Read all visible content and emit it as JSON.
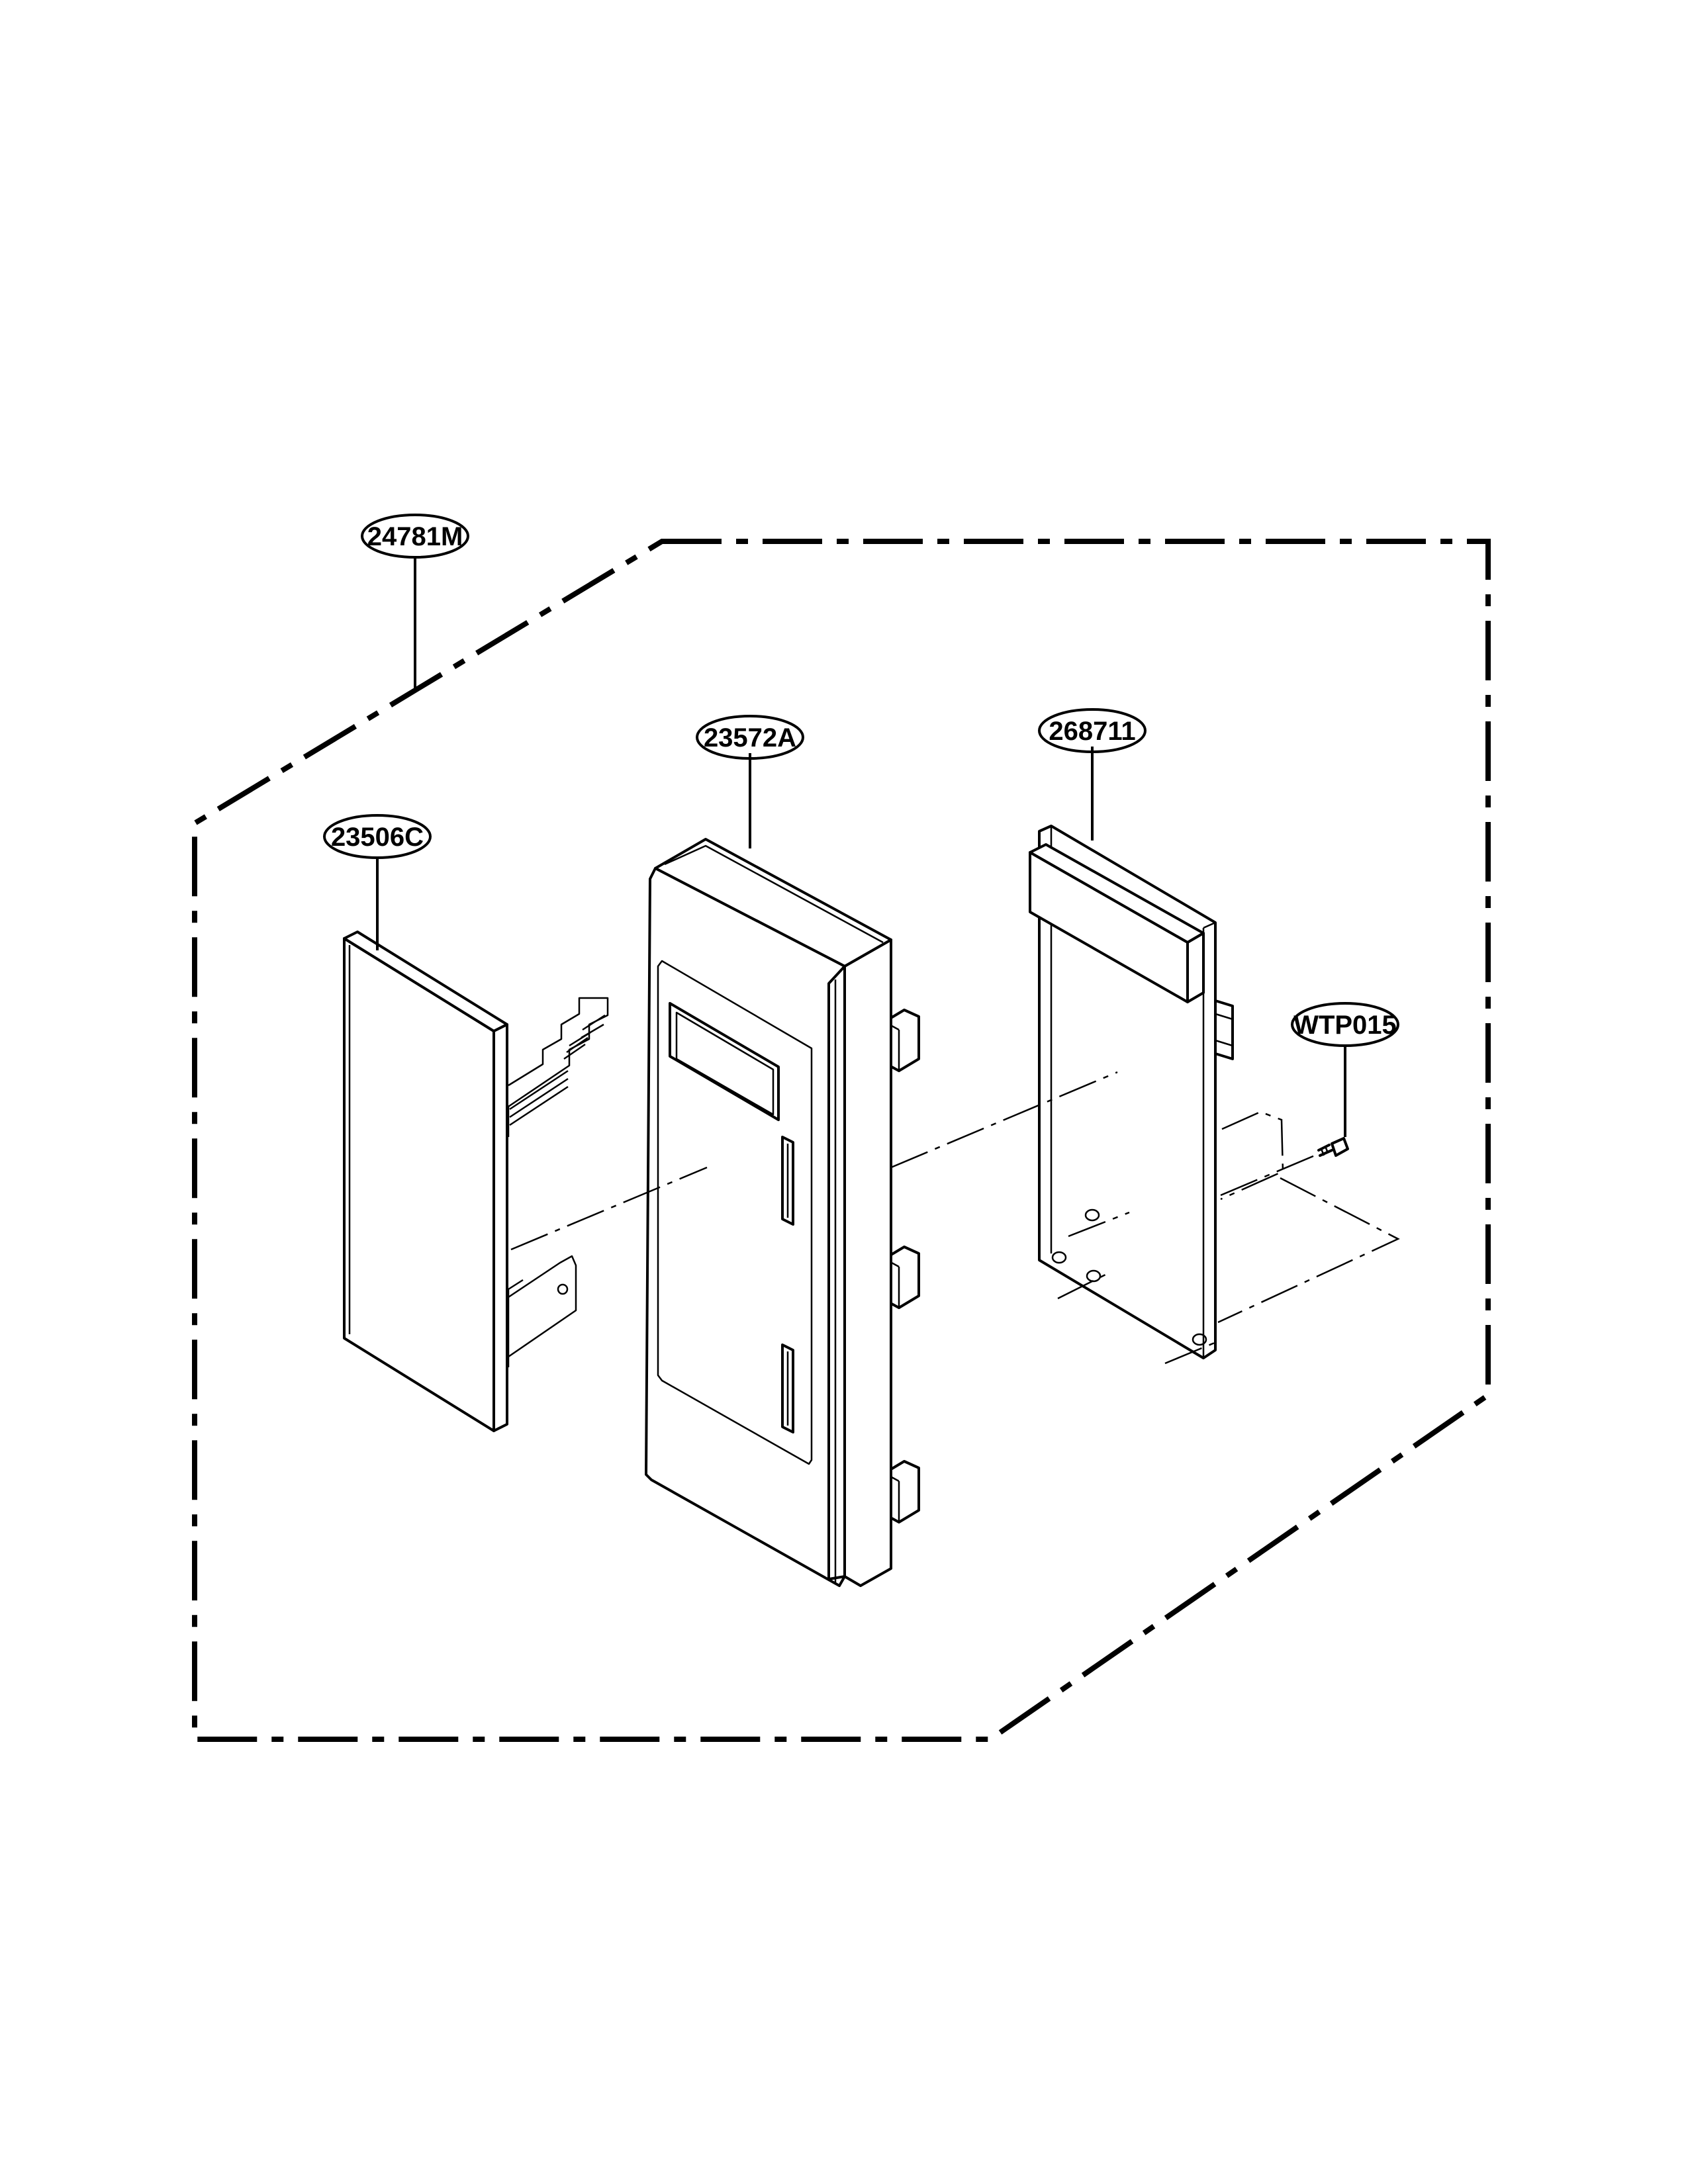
{
  "callouts": [
    {
      "id": "assembly",
      "label": "24781M"
    },
    {
      "id": "keypad",
      "label": "23506C"
    },
    {
      "id": "panel",
      "label": "23572A"
    },
    {
      "id": "pcb",
      "label": "268711"
    },
    {
      "id": "screw",
      "label": "WTP015"
    }
  ]
}
